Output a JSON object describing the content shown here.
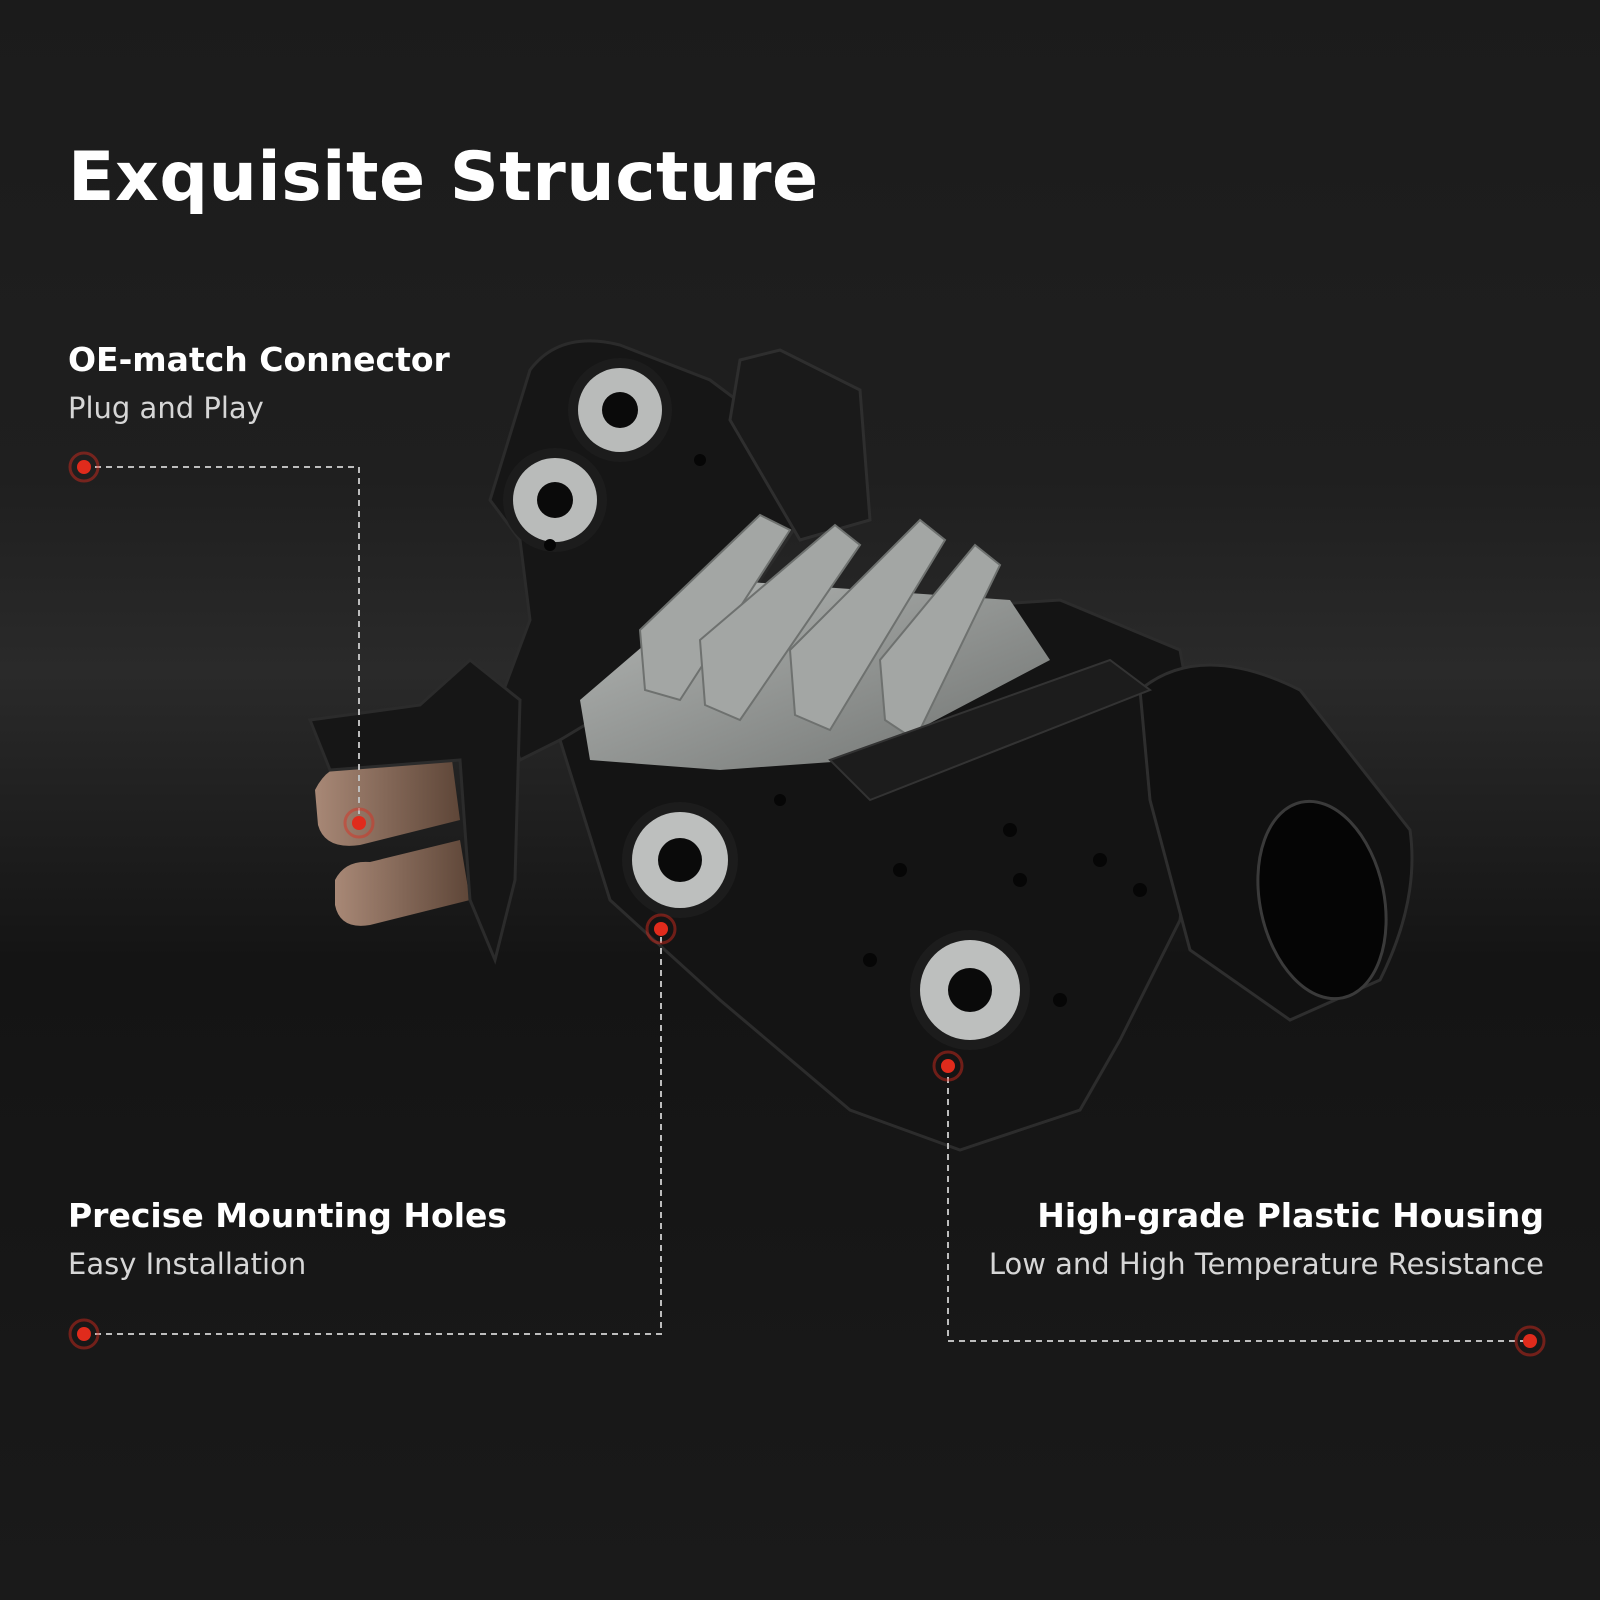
{
  "title": "Exquisite Structure",
  "callouts": {
    "connector": {
      "title": "OE-match Connector",
      "subtitle": "Plug and Play"
    },
    "holes": {
      "title": "Precise Mounting Holes",
      "subtitle": "Easy Installation"
    },
    "housing": {
      "title": "High-grade Plastic Housing",
      "subtitle": "Low and High Temperature Resistance"
    }
  },
  "colors": {
    "background": "#1b1b1b",
    "marker": "#e02b1c",
    "housing": "#141414",
    "heatsink": "#9a9d9b",
    "brush": "#8a6a58",
    "leader_line": "#bdbdbd"
  }
}
